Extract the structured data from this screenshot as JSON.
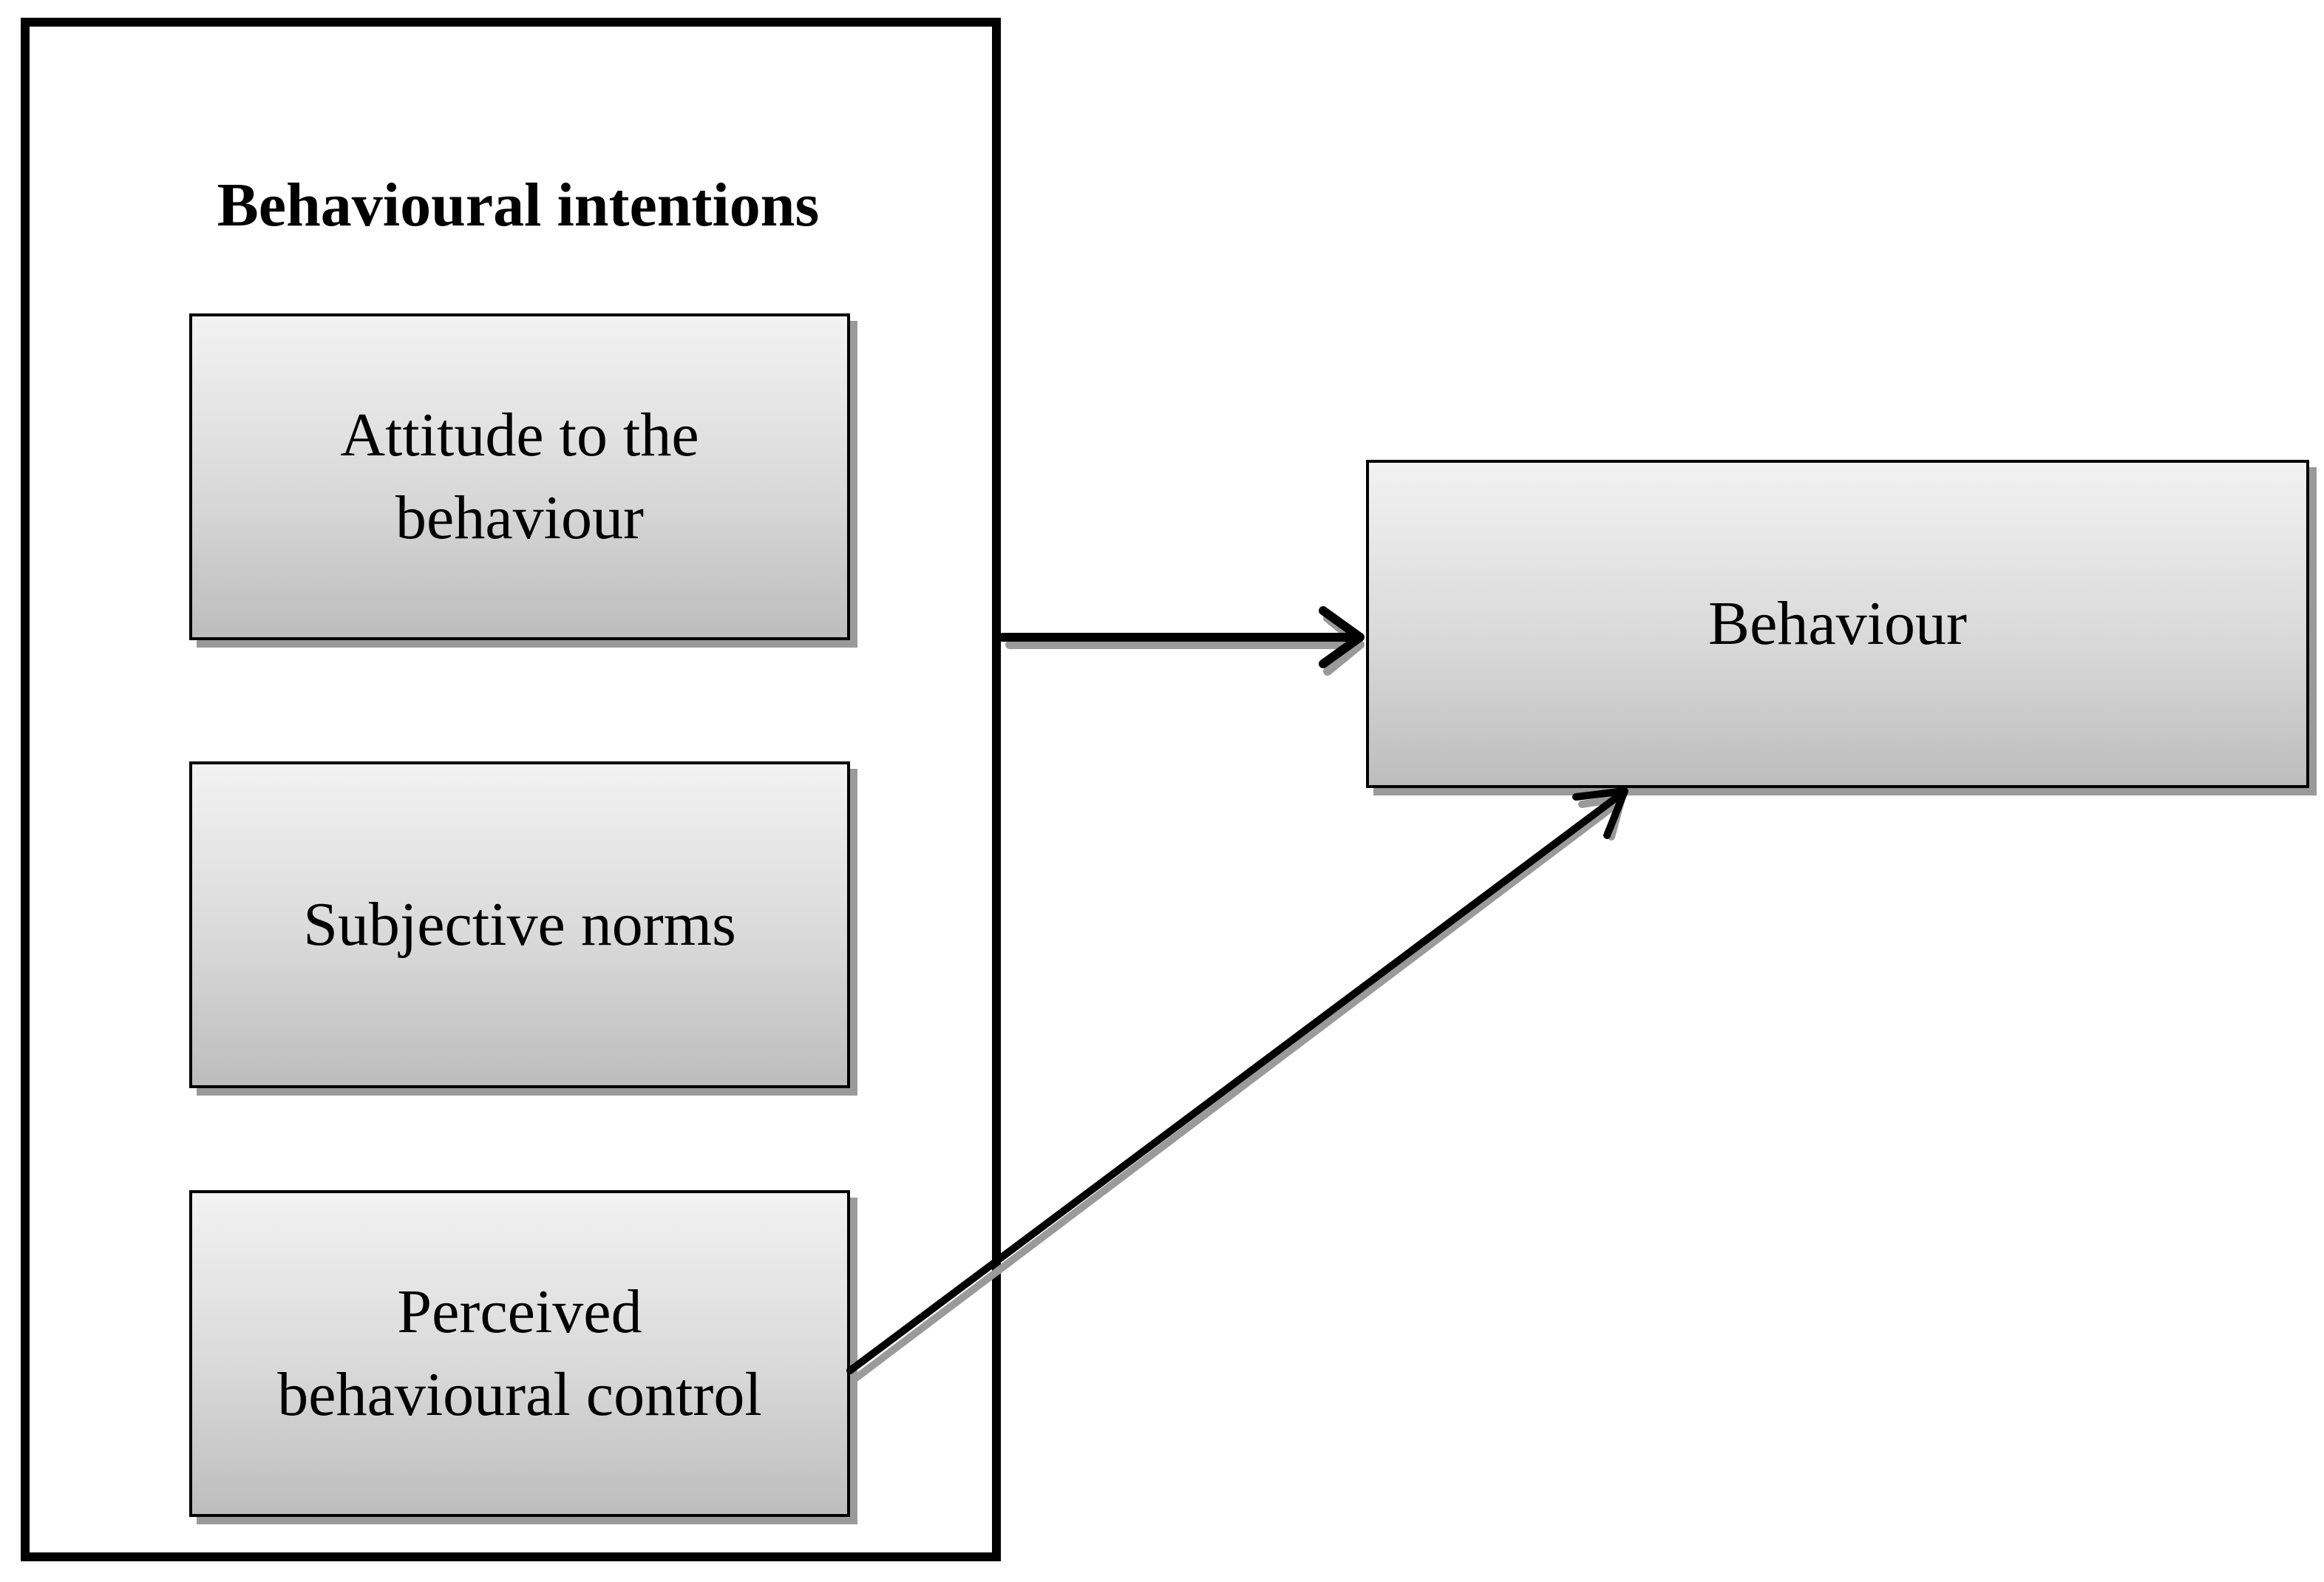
{
  "group": {
    "title": "Behavioural intentions"
  },
  "nodes": {
    "attitude": {
      "line1": "Attitude to the",
      "line2": "behaviour"
    },
    "norms": {
      "label": "Subjective norms"
    },
    "pbc": {
      "line1": "Perceived",
      "line2": "behavioural control"
    },
    "behaviour": {
      "label": "Behaviour"
    }
  },
  "edges": [
    {
      "from": "Behavioural intentions",
      "to": "Behaviour"
    },
    {
      "from": "Perceived behavioural control",
      "to": "Behaviour"
    }
  ],
  "colors": {
    "line": "#000000",
    "shadow": "#9a9a9a",
    "box_top": "#f2f2f2",
    "box_bottom": "#bdbdbd"
  }
}
